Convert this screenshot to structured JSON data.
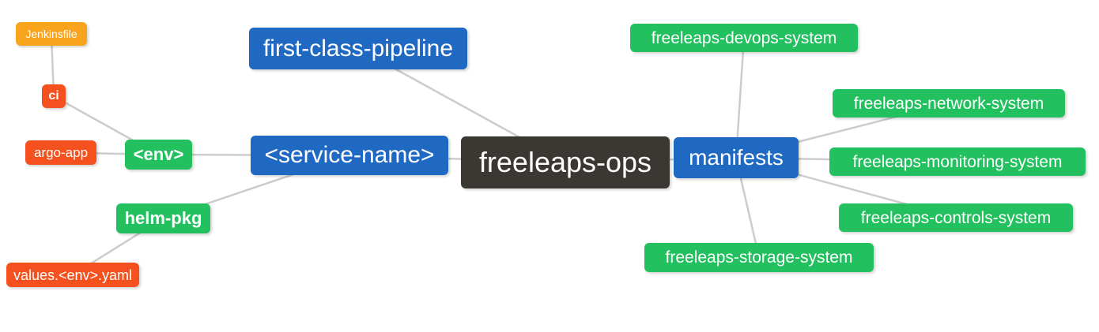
{
  "diagram": {
    "type": "mindmap",
    "root_label": "freeleaps-ops",
    "nodes": [
      {
        "id": "jenkinsfile",
        "label": "Jenkinsfile",
        "role": "orange"
      },
      {
        "id": "ci",
        "label": "ci",
        "role": "red"
      },
      {
        "id": "argo_app",
        "label": "argo-app",
        "role": "red"
      },
      {
        "id": "env",
        "label": "<env>",
        "role": "green"
      },
      {
        "id": "helm_pkg",
        "label": "helm-pkg",
        "role": "green"
      },
      {
        "id": "values_env_yaml",
        "label": "values.<env>.yaml",
        "role": "red"
      },
      {
        "id": "first_class_pipeline",
        "label": "first-class-pipeline",
        "role": "blue"
      },
      {
        "id": "service_name",
        "label": "<service-name>",
        "role": "blue"
      },
      {
        "id": "freeleaps_ops",
        "label": "freeleaps-ops",
        "role": "dark"
      },
      {
        "id": "manifests",
        "label": "manifests",
        "role": "blue"
      },
      {
        "id": "devops_system",
        "label": "freeleaps-devops-system",
        "role": "green"
      },
      {
        "id": "network_system",
        "label": "freeleaps-network-system",
        "role": "green"
      },
      {
        "id": "monitoring_system",
        "label": "freeleaps-monitoring-system",
        "role": "green"
      },
      {
        "id": "controls_system",
        "label": "freeleaps-controls-system",
        "role": "green"
      },
      {
        "id": "storage_system",
        "label": "freeleaps-storage-system",
        "role": "green"
      }
    ],
    "edges": [
      [
        "jenkinsfile",
        "ci"
      ],
      [
        "ci",
        "env"
      ],
      [
        "argo_app",
        "env"
      ],
      [
        "env",
        "service_name"
      ],
      [
        "helm_pkg",
        "service_name"
      ],
      [
        "values_env_yaml",
        "helm_pkg"
      ],
      [
        "first_class_pipeline",
        "freeleaps_ops"
      ],
      [
        "service_name",
        "freeleaps_ops"
      ],
      [
        "freeleaps_ops",
        "manifests"
      ],
      [
        "manifests",
        "devops_system"
      ],
      [
        "manifests",
        "network_system"
      ],
      [
        "manifests",
        "monitoring_system"
      ],
      [
        "manifests",
        "controls_system"
      ],
      [
        "manifests",
        "storage_system"
      ]
    ]
  },
  "colors": {
    "orange": "#F8A41D",
    "red": "#F4511E",
    "green": "#22C05F",
    "blue": "#2069C3",
    "dark": "#3B3733",
    "edge": "#CCCCCC",
    "node_text": "#FFFFFF",
    "background": "#FFFFFF"
  }
}
